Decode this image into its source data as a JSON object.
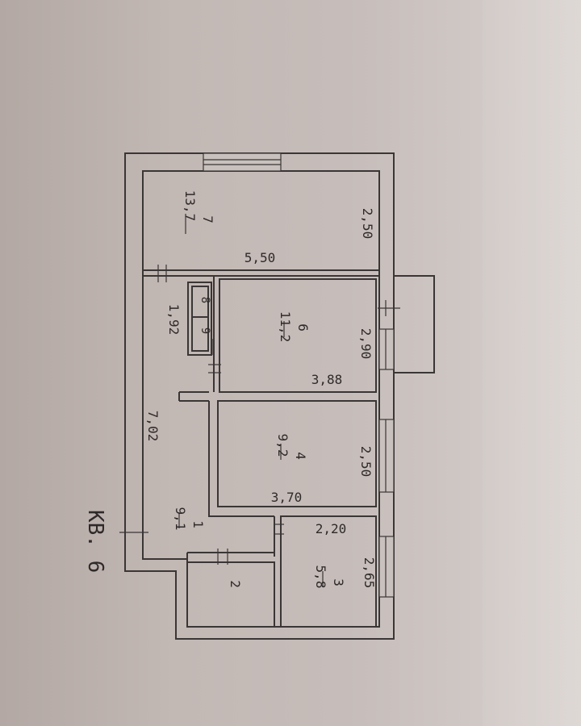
{
  "apartment_label": "КВ. 6",
  "rooms": [
    {
      "number": "7",
      "area": "13,7"
    },
    {
      "number": "6",
      "area": "11,2"
    },
    {
      "number": "4",
      "area": "9,2"
    },
    {
      "number": "1",
      "area": "9,1"
    },
    {
      "number": "3",
      "area": "5,8"
    },
    {
      "number": "2",
      "area": ""
    },
    {
      "number": "8",
      "area": ""
    },
    {
      "number": "9",
      "area": ""
    }
  ],
  "dimensions": [
    "2,50",
    "5,50",
    "1,92",
    "2,90",
    "3,88",
    "7,02",
    "2,50",
    "3,70",
    "2,20",
    "2,65"
  ],
  "colors": {
    "paper": "#c6bdba",
    "ink": "#3a3636"
  }
}
